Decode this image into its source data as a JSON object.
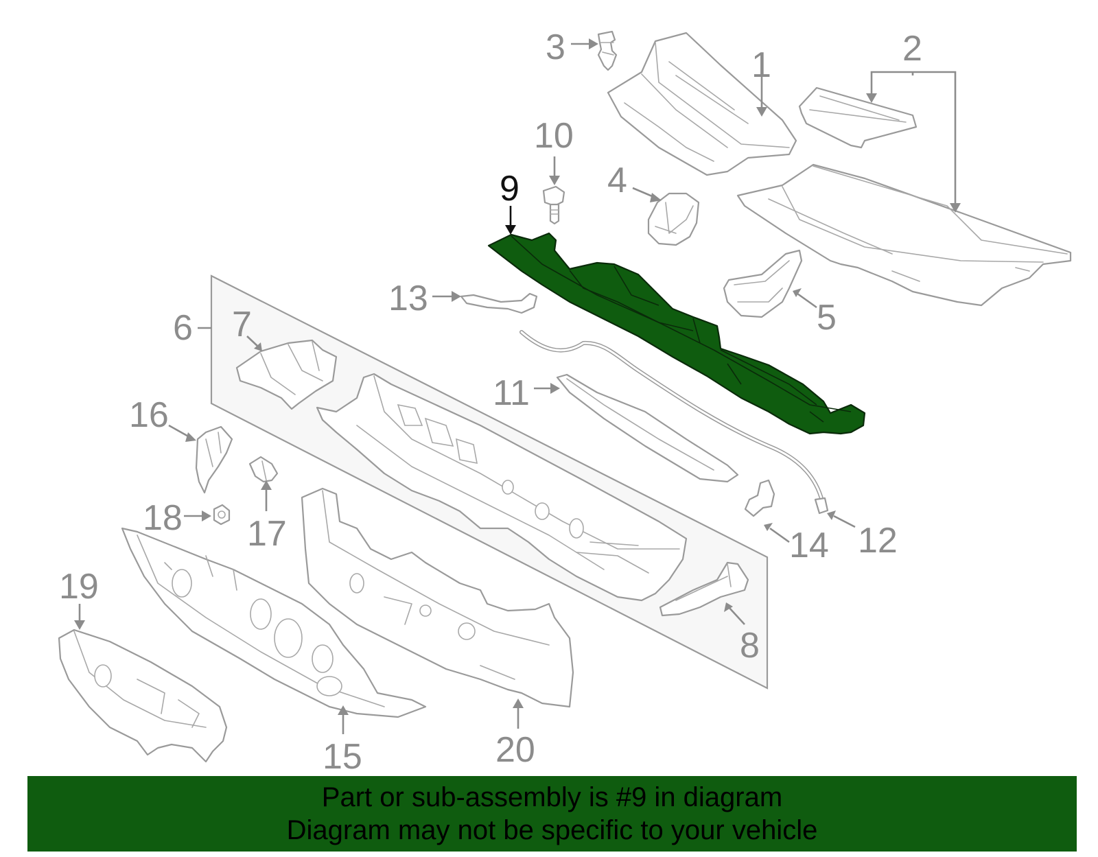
{
  "colors": {
    "highlight": "#0f5c0f",
    "line": "#9a9a9a",
    "label": "#8c8c8c"
  },
  "callouts": {
    "c1": "1",
    "c2": "2",
    "c3": "3",
    "c4": "4",
    "c5": "5",
    "c6": "6",
    "c7": "7",
    "c8": "8",
    "c9": "9",
    "c10": "10",
    "c11": "11",
    "c12": "12",
    "c13": "13",
    "c14": "14",
    "c15": "15",
    "c16": "16",
    "c17": "17",
    "c18": "18",
    "c19": "19",
    "c20": "20"
  },
  "highlighted_part": "9",
  "banner": {
    "line1": "Part or sub-assembly is #9 in diagram",
    "line2": "Diagram may not be specific to your vehicle"
  }
}
